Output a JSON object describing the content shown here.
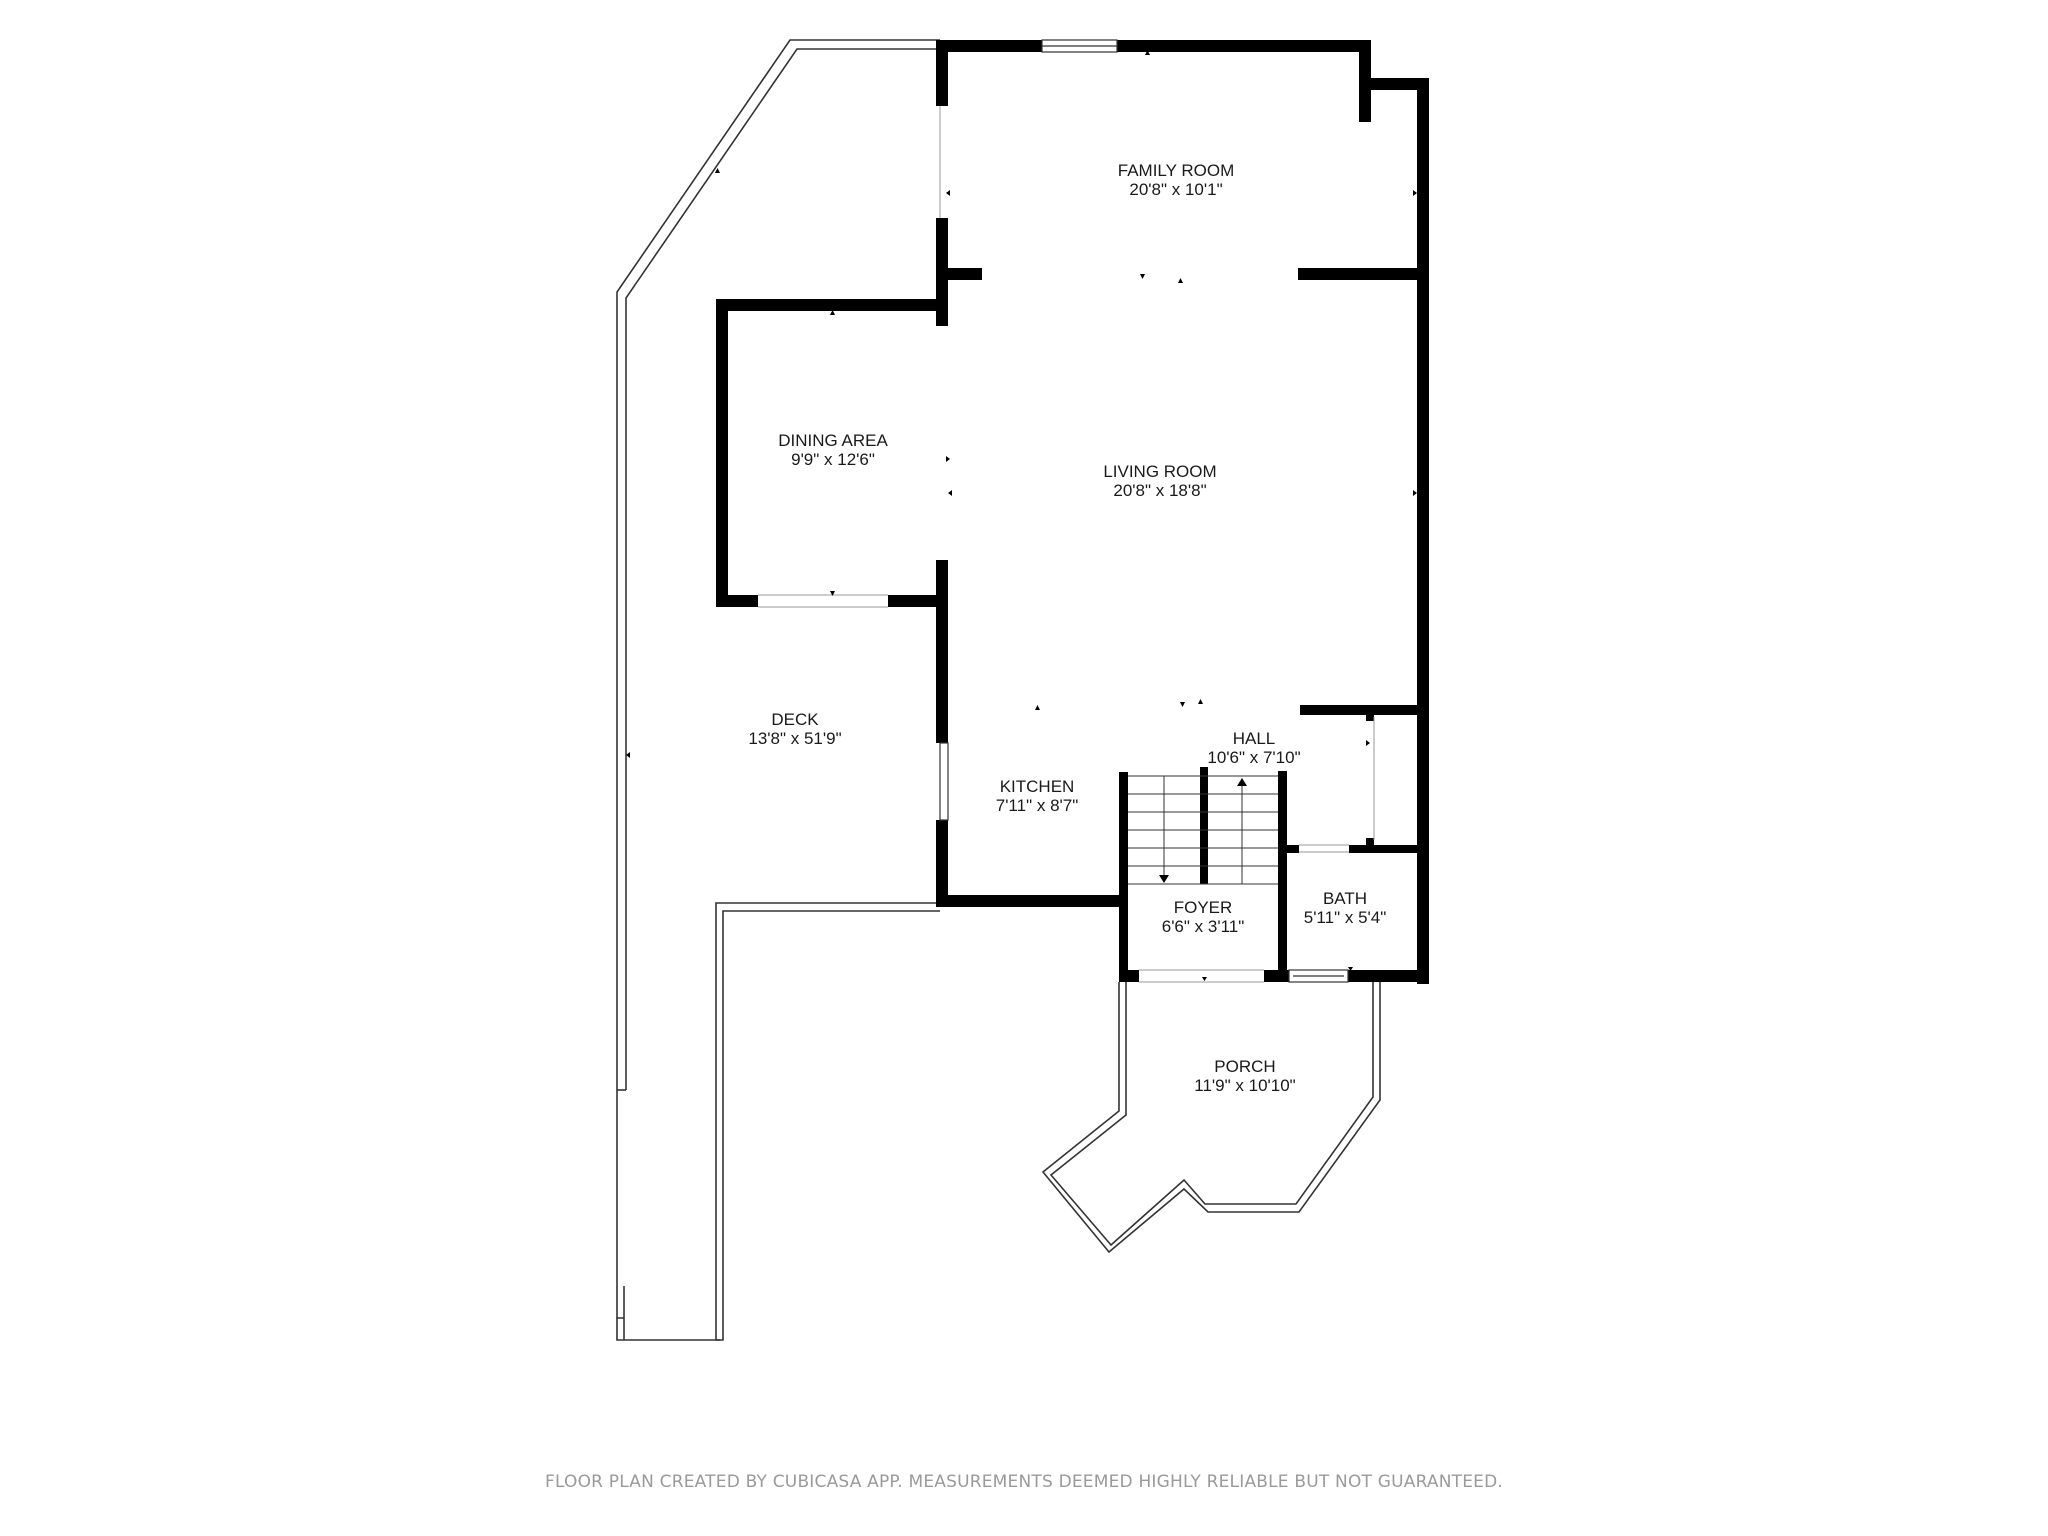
{
  "floor_plan": {
    "rooms": [
      {
        "id": "family-room",
        "name": "FAMILY ROOM",
        "dims": "20'8\" x 10'1\""
      },
      {
        "id": "dining-area",
        "name": "DINING AREA",
        "dims": "9'9\" x 12'6\""
      },
      {
        "id": "living-room",
        "name": "LIVING ROOM",
        "dims": "20'8\" x 18'8\""
      },
      {
        "id": "deck",
        "name": "DECK",
        "dims": "13'8\" x 51'9\""
      },
      {
        "id": "kitchen",
        "name": "KITCHEN",
        "dims": "7'11\" x 8'7\""
      },
      {
        "id": "hall",
        "name": "HALL",
        "dims": "10'6\" x 7'10\""
      },
      {
        "id": "foyer",
        "name": "FOYER",
        "dims": "6'6\" x 3'11\""
      },
      {
        "id": "bath",
        "name": "BATH",
        "dims": "5'11\" x 5'4\""
      },
      {
        "id": "porch",
        "name": "PORCH",
        "dims": "11'9\" x 10'10\""
      }
    ],
    "footer_note": "FLOOR PLAN CREATED BY CUBICASA APP. MEASUREMENTS DEEMED HIGHLY RELIABLE BUT NOT GUARANTEED.",
    "colors": {
      "wall": "#000000",
      "outline": "#333333",
      "text": "#1a1a1a",
      "footer": "#9a9a9a"
    }
  }
}
